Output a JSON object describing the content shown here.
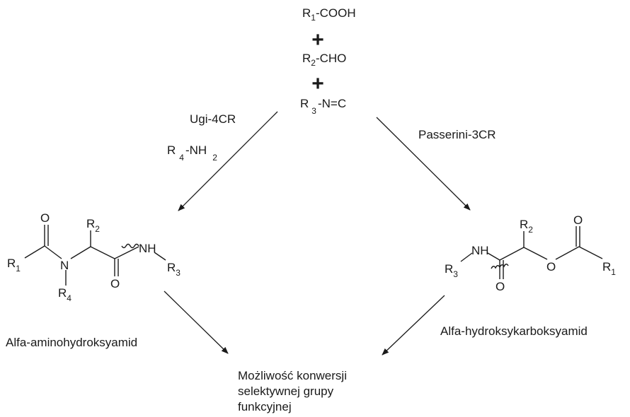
{
  "reagents": {
    "acid": {
      "main": "R",
      "sub": "1",
      "rest": "-COOH"
    },
    "aldehyde": {
      "main": "R",
      "sub": "2",
      "rest": "-CHO"
    },
    "isocyanide": {
      "main": "R",
      "sub": "3",
      "rest": "-N=C"
    },
    "plus": "+"
  },
  "ugi": {
    "label": "Ugi-4CR",
    "amine": {
      "main": "R",
      "sub": "4",
      "rest": "-NH",
      "sub2": "2"
    }
  },
  "passerini": {
    "label": "Passerini-3CR"
  },
  "left_product": {
    "name": "Alfa-aminohydroksyamid",
    "atoms": {
      "O": "O",
      "N": "N",
      "NH": "NH",
      "R": "R",
      "s1": "1",
      "s2": "2",
      "s3": "3",
      "s4": "4"
    }
  },
  "right_product": {
    "name": "Alfa-hydroksykarboksyamid",
    "atoms": {
      "O": "O",
      "NH": "NH",
      "R": "R",
      "s1": "1",
      "s2": "2",
      "s3": "3"
    }
  },
  "outcome": {
    "lines": [
      "Możliwość konwersji",
      "selektywnej grupy",
      "funkcyjnej"
    ]
  },
  "colors": {
    "ink": "#1a1a1a",
    "background": "#ffffff"
  }
}
